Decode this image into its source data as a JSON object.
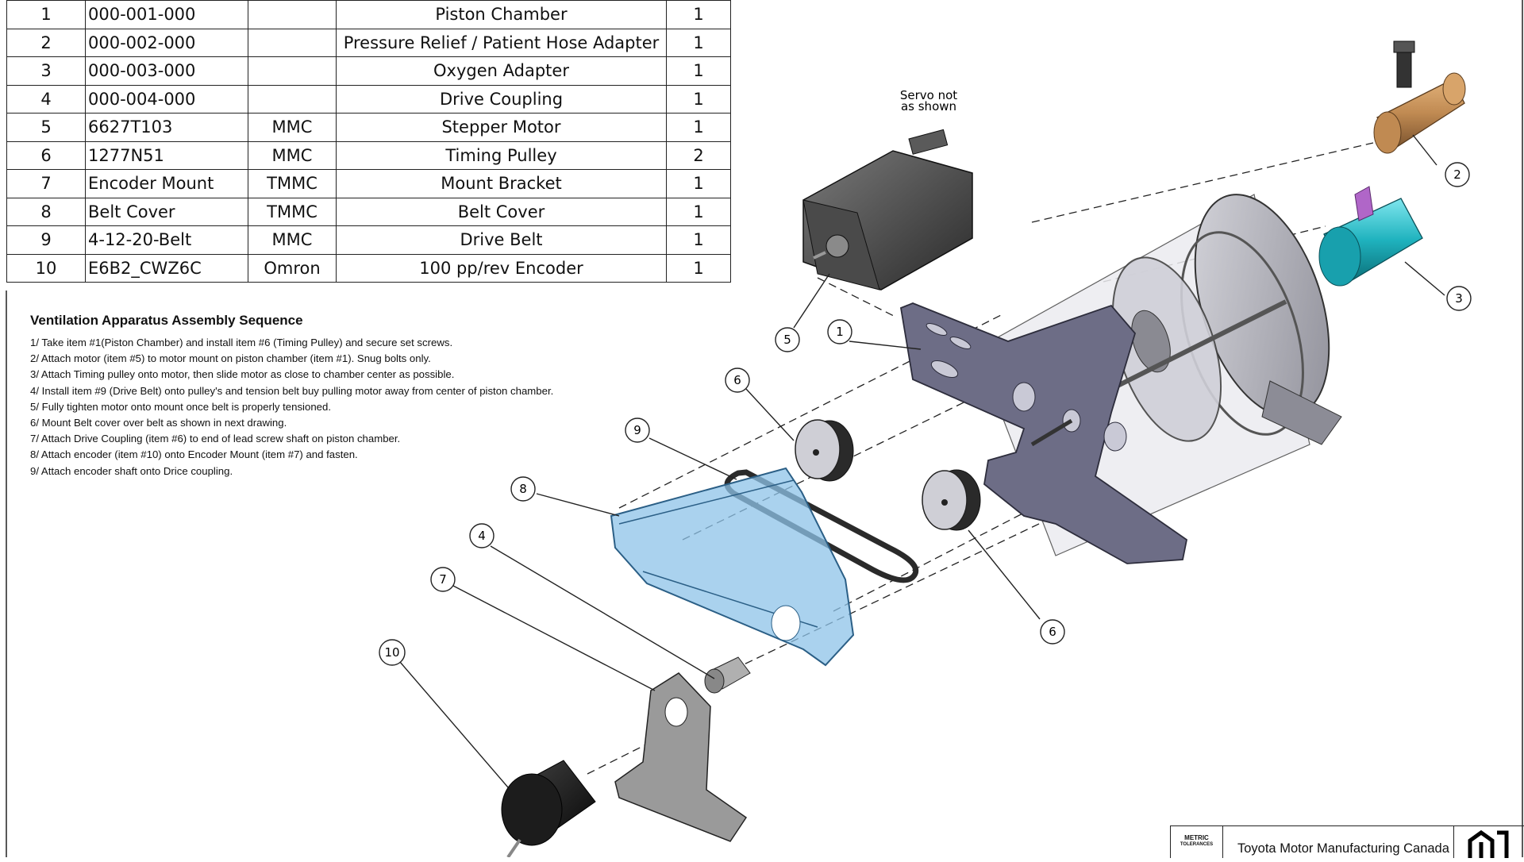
{
  "bom": {
    "rows": [
      {
        "item": "1",
        "part": "000-001-000",
        "vendor": "",
        "description": "Piston Chamber",
        "qty": "1"
      },
      {
        "item": "2",
        "part": "000-002-000",
        "vendor": "",
        "description": "Pressure Relief / Patient Hose Adapter",
        "qty": "1"
      },
      {
        "item": "3",
        "part": "000-003-000",
        "vendor": "",
        "description": "Oxygen Adapter",
        "qty": "1"
      },
      {
        "item": "4",
        "part": "000-004-000",
        "vendor": "",
        "description": "Drive Coupling",
        "qty": "1"
      },
      {
        "item": "5",
        "part": "6627T103",
        "vendor": "MMC",
        "description": "Stepper Motor",
        "qty": "1"
      },
      {
        "item": "6",
        "part": "1277N51",
        "vendor": "MMC",
        "description": "Timing Pulley",
        "qty": "2"
      },
      {
        "item": "7",
        "part": "Encoder Mount",
        "vendor": "TMMC",
        "description": "Mount Bracket",
        "qty": "1"
      },
      {
        "item": "8",
        "part": "Belt Cover",
        "vendor": "TMMC",
        "description": "Belt Cover",
        "qty": "1"
      },
      {
        "item": "9",
        "part": "4-12-20-Belt",
        "vendor": "MMC",
        "description": "Drive Belt",
        "qty": "1"
      },
      {
        "item": "10",
        "part": "E6B2_CWZ6C",
        "vendor": "Omron",
        "description": "100 pp/rev Encoder",
        "qty": "1"
      }
    ]
  },
  "sequence": {
    "title": "Ventilation Apparatus Assembly Sequence",
    "steps": [
      "1/  Take item #1(Piston Chamber)  and install item #6 (Timing Pulley) and secure set screws.",
      "2/  Attach motor (item #5) to motor mount on piston chamber (item #1). Snug bolts only.",
      "3/  Attach Timing pulley onto motor, then slide motor as close to chamber center as possible.",
      "4/  Install item #9 (Drive Belt) onto pulley's and tension belt buy pulling motor away from center of piston chamber.",
      "5/  Fully tighten motor onto mount once belt is properly tensioned.",
      "6/  Mount Belt cover over belt as shown in next drawing.",
      "7/  Attach Drive Coupling (item #6) to end of lead screw shaft on piston chamber.",
      "8/  Attach encoder (item #10) onto Encoder Mount (item #7) and fasten.",
      "9/  Attach encoder shaft onto Drice coupling."
    ]
  },
  "drawing": {
    "note_line1": "Servo not",
    "note_line2": "as shown",
    "callouts": [
      "1",
      "2",
      "3",
      "4",
      "5",
      "6",
      "6",
      "7",
      "8",
      "9",
      "10"
    ],
    "colors": {
      "brass": "#c08a52",
      "teal": "#1fb2be",
      "cover": "#8ec3e8",
      "plate": "#6d6d86",
      "dark": "#303030",
      "purple": "#b066c8"
    }
  },
  "title_block": {
    "metric_line1": "METRIC",
    "metric_line2": "TOLERANCES",
    "company": "Toyota Motor Manufacturing Canada"
  }
}
